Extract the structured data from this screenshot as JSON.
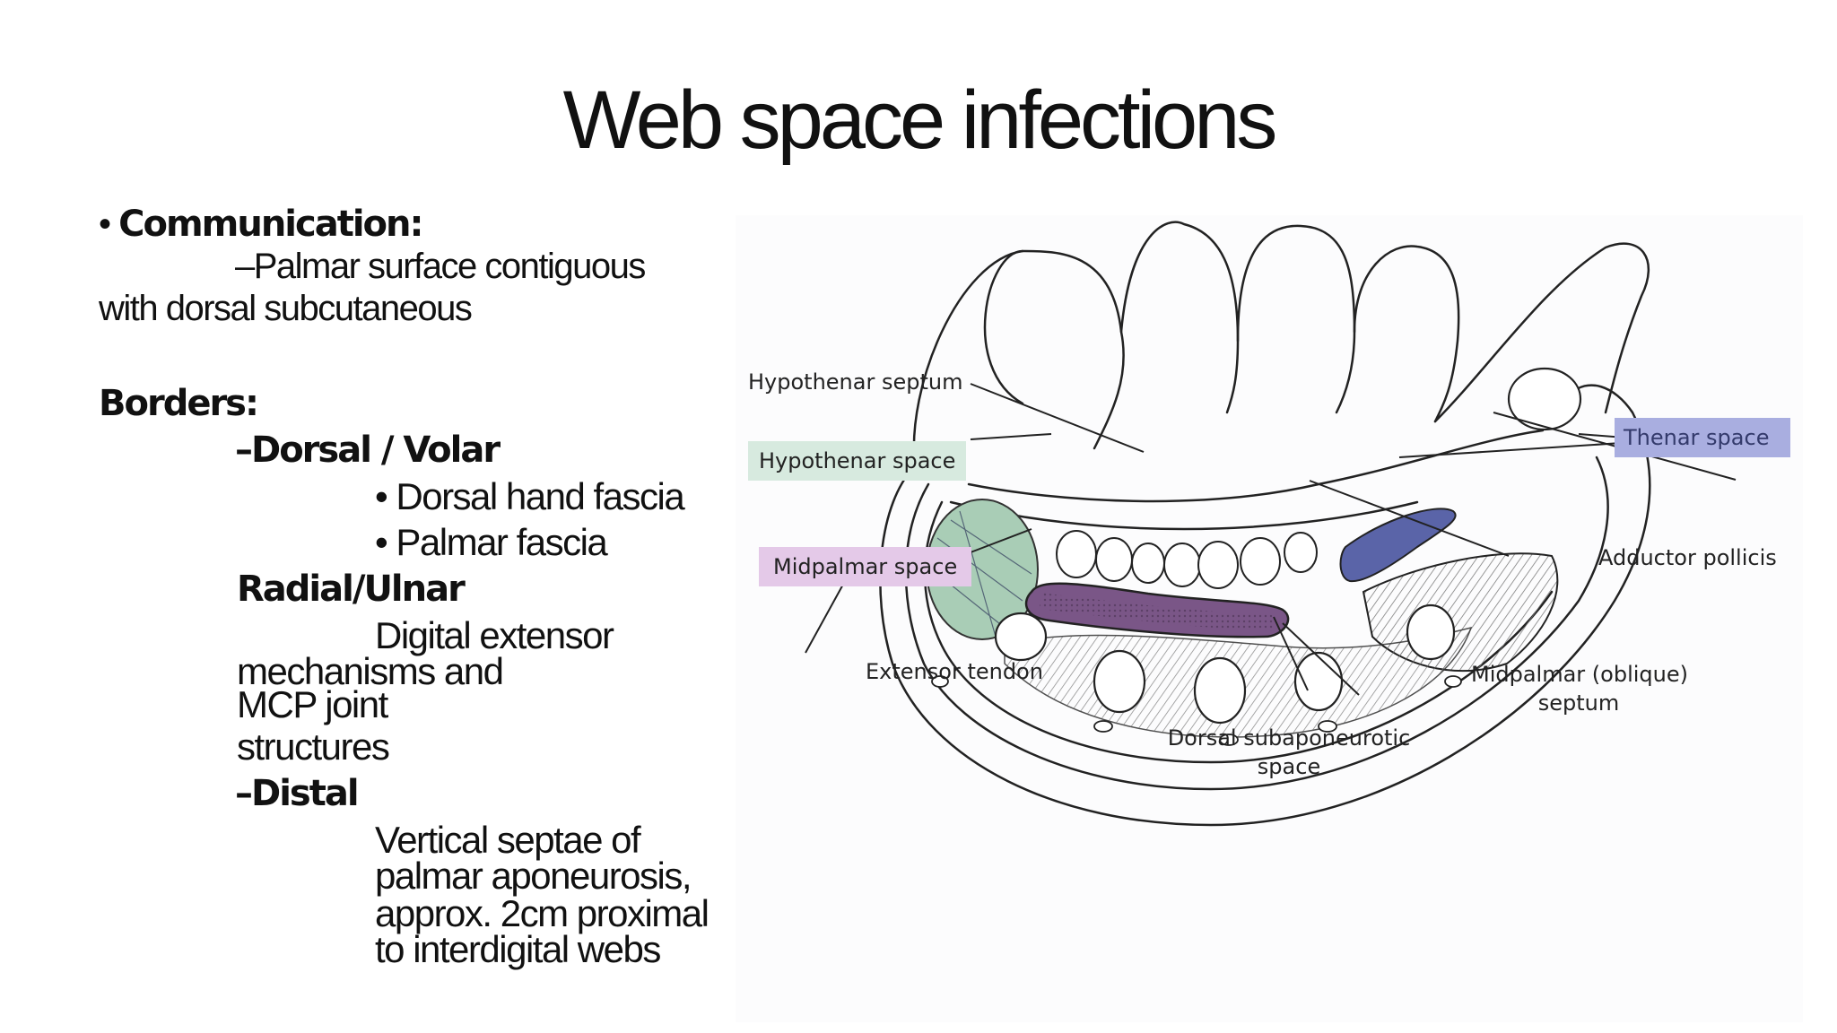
{
  "slide": {
    "title": "Web space infections",
    "communication": {
      "heading": "Communication:",
      "line1": "–Palmar surface contiguous",
      "line2": "with  dorsal subcutaneous"
    },
    "borders": {
      "heading": "Borders:",
      "dorsal_volar": "–Dorsal / Volar",
      "dorsal_hand_fascia": "• Dorsal hand fascia",
      "palmar_fascia": "• Palmar fascia",
      "radial_ulnar": "Radial/Ulnar",
      "digital_line1": "Digital extensor",
      "digital_line2": "mechanisms and",
      "digital_line3": "MCP joint",
      "digital_line4": "structures",
      "distal": "–Distal",
      "septae_line1": "Vertical septae of",
      "septae_line2": "palmar aponeurosis,",
      "septae_line3": "approx. 2cm proximal",
      "septae_line4": "to  interdigital webs"
    },
    "bullet": "•"
  },
  "figure": {
    "labels": {
      "hypothenar_septum": "Hypothenar septum",
      "hypothenar_space": "Hypothenar space",
      "midpalmar_space": "Midpalmar space",
      "extensor_tendon": "Extensor tendon",
      "dorsal_subaponeurotic_line1": "Dorsal subaponeurotic",
      "dorsal_subaponeurotic_line2": "space",
      "midpalmar_septum_line1": "Midpalmar (oblique)",
      "midpalmar_septum_line2": "septum",
      "adductor_pollicis": "Adductor pollicis",
      "thenar_space": "Thenar space"
    },
    "colors": {
      "hypothenar_space": "#a9cdb6",
      "midpalmar_space": "#7a5687",
      "thenar_space": "#5a64a8"
    }
  }
}
